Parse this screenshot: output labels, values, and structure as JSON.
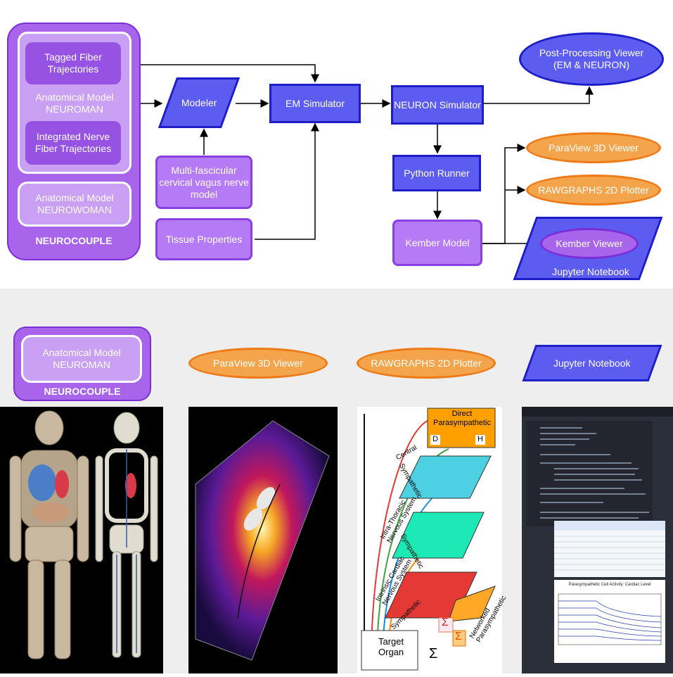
{
  "flow": {
    "neurocouple": {
      "title": "NEUROCOUPLE",
      "tagged": "Tagged Fiber Trajectories",
      "neuroman": "Anatomical Model NEUROMAN",
      "integrated": "Integrated Nerve Fiber Trajectories",
      "neurowoman": "Anatomical Model NEUROWOMAN"
    },
    "modeler": "Modeler",
    "vagus": "Multi-fascicular cervical vagus nerve model",
    "tissue": "Tissue Properties",
    "em_sim": "EM Simulator",
    "neuron_sim": "NEURON Simulator",
    "post_viewer": "Post-Processing Viewer (EM & NEURON)",
    "python_runner": "Python Runner",
    "kember_model": "Kember Model",
    "paraview": "ParaView 3D Viewer",
    "rawgraphs": "RAWGRAPHS 2D Plotter",
    "kember_viewer": "Kember Viewer",
    "jupyter": "Jupyter Notebook"
  },
  "bottom": {
    "neuroman": "Anatomical Model NEUROMAN",
    "neurocouple": "NEUROCOUPLE",
    "paraview": "ParaView 3D Viewer",
    "rawgraphs": "RAWGRAPHS 2D Plotter",
    "jupyter": "Jupyter Notebook"
  },
  "diagram_panel": {
    "direct": "Direct Parasympathetic",
    "central": "Central",
    "sympathetic1": "Sympathetic",
    "intrathoracic": "Intra-Thoracic Nervous System",
    "sympathetic2": "Sympathetic",
    "intrinsic": "Intrinsic Cardiac Nervous System",
    "sympathetic3": "Sympathetic",
    "networked": "Networked Parasympathetic",
    "target": "Target Organ",
    "sum": "Σ",
    "d": "D",
    "h": "H"
  },
  "notebook": {
    "chart_title": "Parasympathetic Cell Activity: Cardiac Level"
  }
}
